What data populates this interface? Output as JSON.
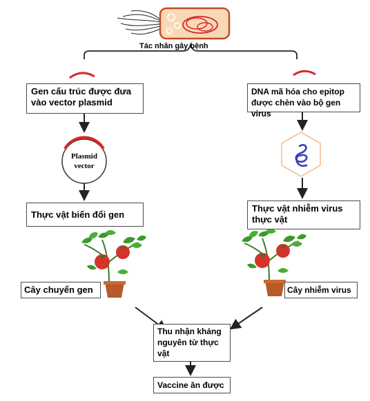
{
  "pathogen_label": "Tác nhân gây bệnh",
  "left": {
    "step1": "Gen cấu trúc được đưa vào vector plasmid",
    "plasmid_label_1": "Plasmid",
    "plasmid_label_2": "vector",
    "step2": "Thực vật biến đổi gen",
    "plant_label": "Cây chuyển gen"
  },
  "right": {
    "step1": "DNA mã hóa cho epitop được chèn vào bộ gen virus",
    "step2": "Thực vật nhiễm virus thực vật",
    "plant_label": "Cây nhiễm virus"
  },
  "merge_box": "Thu nhận kháng nguyên từ thực vật",
  "final_box": "Vaccine ăn được",
  "colors": {
    "accent_red": "#d9262a",
    "bacterium_fill": "#f7d9b5",
    "bacterium_outline": "#c44a28",
    "leaf_green": "#3b9a2a",
    "tomato_red": "#d4332b",
    "pot_brown": "#b65a2a",
    "dna_blue": "#3b3bb8",
    "arrow": "#222222"
  }
}
